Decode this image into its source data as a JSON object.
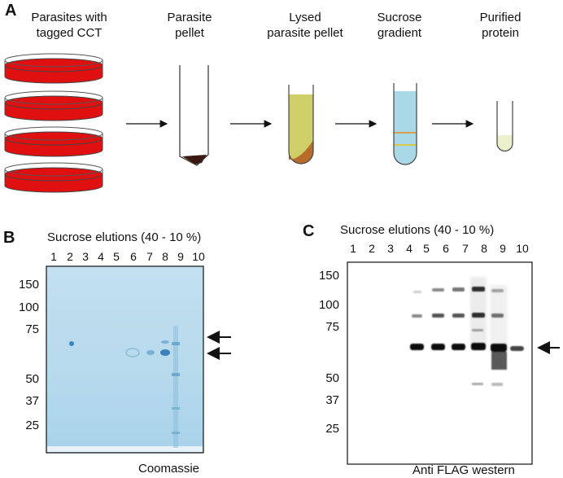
{
  "panelA": {
    "letter": "A",
    "steps": [
      "Parasites with\ntagged CCT",
      "Parasite\npellet",
      "Lysed\nparasite pellet",
      "Sucrose\ngradient",
      "Purified\nprotein"
    ],
    "colors": {
      "dish_red": "#e01010",
      "pellet_dark": "#3a1a10",
      "lysate_yellow": "#cfcf6a",
      "pellet_brown": "#b86c2a",
      "gradient_blue": "#a9d8e6",
      "band_orange": "#d9a050",
      "band_yellow": "#d9c84a",
      "purified_green": "#ecf0cc"
    }
  },
  "panelB": {
    "letter": "B",
    "header": "Sucrose elutions (40 - 10 %)",
    "lanes": [
      "1",
      "2",
      "3",
      "4",
      "5",
      "6",
      "7",
      "8",
      "9",
      "10"
    ],
    "markers": [
      "150",
      "100",
      "75",
      "50",
      "37",
      "25"
    ],
    "caption": "Coomassie",
    "gel_color": "#b9dcee"
  },
  "panelC": {
    "letter": "C",
    "header": "Sucrose elutions (40 - 10 %)",
    "lanes": [
      "1",
      "2",
      "3",
      "4",
      "5",
      "6",
      "7",
      "8",
      "9",
      "10"
    ],
    "markers": [
      "150",
      "100",
      "75",
      "50",
      "37",
      "25"
    ],
    "caption": "Anti FLAG western"
  }
}
